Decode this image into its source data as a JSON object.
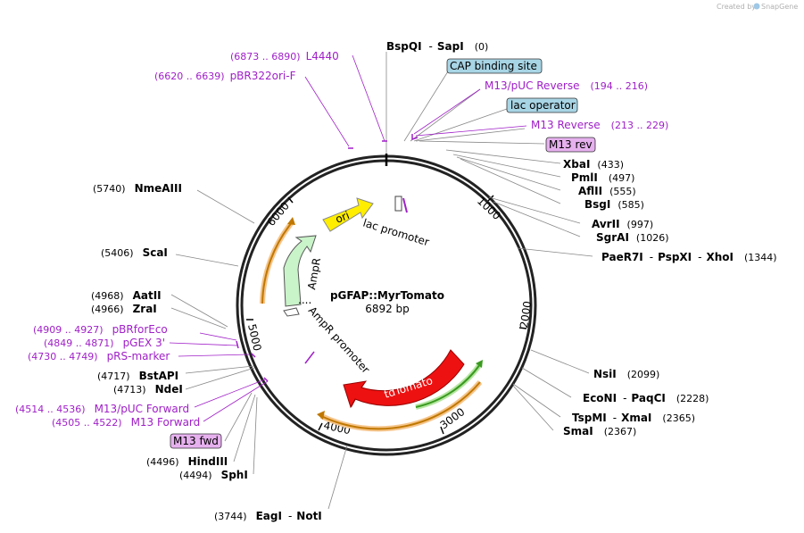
{
  "credit": {
    "created_by": "Created by",
    "brand": "SnapGene"
  },
  "plasmid": {
    "name": "pGFAP::MyrTomato",
    "size": "6892 bp"
  },
  "ticks": [
    "1000",
    "2000",
    "3000",
    "4000",
    "5000",
    "6000"
  ],
  "features": {
    "ori": "ori",
    "ampr": "AmpR",
    "ampr_promoter": "AmpR promoter",
    "lac_promoter": "lac promoter",
    "tdtomato": "tdTomato"
  },
  "sites": [
    {
      "name": "BspQI",
      "sep": "-",
      "name2": "SapI",
      "pos": "(0)"
    },
    {
      "name": "XbaI",
      "pos": "(433)"
    },
    {
      "name": "PmlI",
      "pos": "(497)"
    },
    {
      "name": "AflII",
      "pos": "(555)"
    },
    {
      "name": "BsgI",
      "pos": "(585)"
    },
    {
      "name": "AvrII",
      "pos": "(997)"
    },
    {
      "name": "SgrAI",
      "pos": "(1026)"
    },
    {
      "name": "PaeR7I",
      "sep": "-",
      "name2": "PspXI",
      "sep2": "-",
      "name3": "XhoI",
      "pos": "(1344)"
    },
    {
      "name": "NsiI",
      "pos": "(2099)"
    },
    {
      "name": "EcoNI",
      "sep": "-",
      "name2": "PaqCI",
      "pos": "(2228)"
    },
    {
      "name": "TspMI",
      "sep": "-",
      "name2": "XmaI",
      "pos": "(2365)"
    },
    {
      "name": "SmaI",
      "pos": "(2367)"
    },
    {
      "name": "EagI",
      "sep": "-",
      "name2": "NotI",
      "pos": "(3744)"
    },
    {
      "name": "SphI",
      "pos": "(4494)"
    },
    {
      "name": "HindIII",
      "pos": "(4496)"
    },
    {
      "name": "NdeI",
      "pos": "(4713)"
    },
    {
      "name": "BstAPI",
      "pos": "(4717)"
    },
    {
      "name": "ZraI",
      "pos": "(4966)"
    },
    {
      "name": "AatII",
      "pos": "(4968)"
    },
    {
      "name": "ScaI",
      "pos": "(5406)"
    },
    {
      "name": "NmeAIII",
      "pos": "(5740)"
    }
  ],
  "primers": [
    {
      "range": "(6873 .. 6890)",
      "name": "L4440"
    },
    {
      "range": "(6620 .. 6639)",
      "name": "pBR322ori-F"
    },
    {
      "name": "M13/pUC Reverse",
      "range": "(194 .. 216)"
    },
    {
      "name": "M13 Reverse",
      "range": "(213 .. 229)"
    },
    {
      "range": "(4909 .. 4927)",
      "name": "pBRforEco"
    },
    {
      "range": "(4849 .. 4871)",
      "name": "pGEX 3'"
    },
    {
      "range": "(4730 .. 4749)",
      "name": "pRS-marker"
    },
    {
      "range": "(4514 .. 4536)",
      "name": "M13/pUC Forward"
    },
    {
      "range": "(4505 .. 4522)",
      "name": "M13 Forward"
    }
  ],
  "boxes": {
    "cap": "CAP binding site",
    "lac_operator": "lac operator",
    "m13_rev": "M13 rev",
    "m13_fwd": "M13 fwd"
  }
}
